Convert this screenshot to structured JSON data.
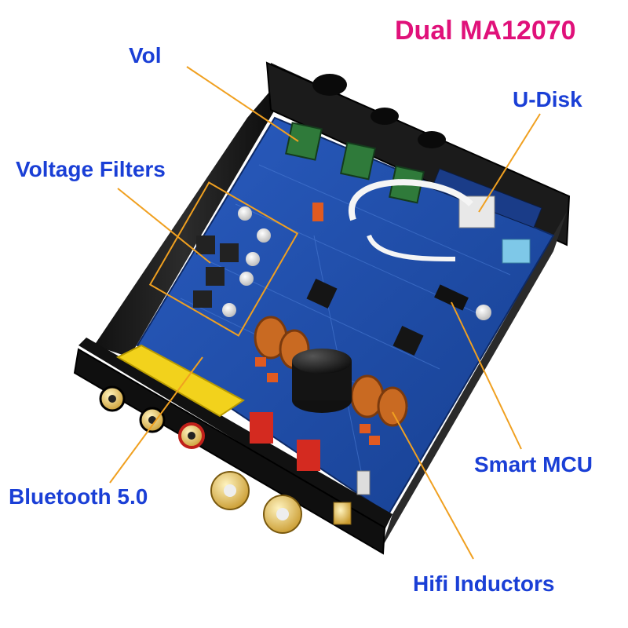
{
  "title": "Dual MA12070",
  "callouts": {
    "vol": "Vol",
    "voltage_filters": "Voltage Filters",
    "u_disk": "U-Disk",
    "smart_mcu": "Smart MCU",
    "bluetooth": "Bluetooth 5.0",
    "hifi_inductors": "Hifi Inductors"
  },
  "colors": {
    "title": "#e0117a",
    "callout_text": "#1a3fd6",
    "leader_line": "#f0a020",
    "pcb": "#1c4aa6",
    "chassis": "#1a1a1a"
  }
}
